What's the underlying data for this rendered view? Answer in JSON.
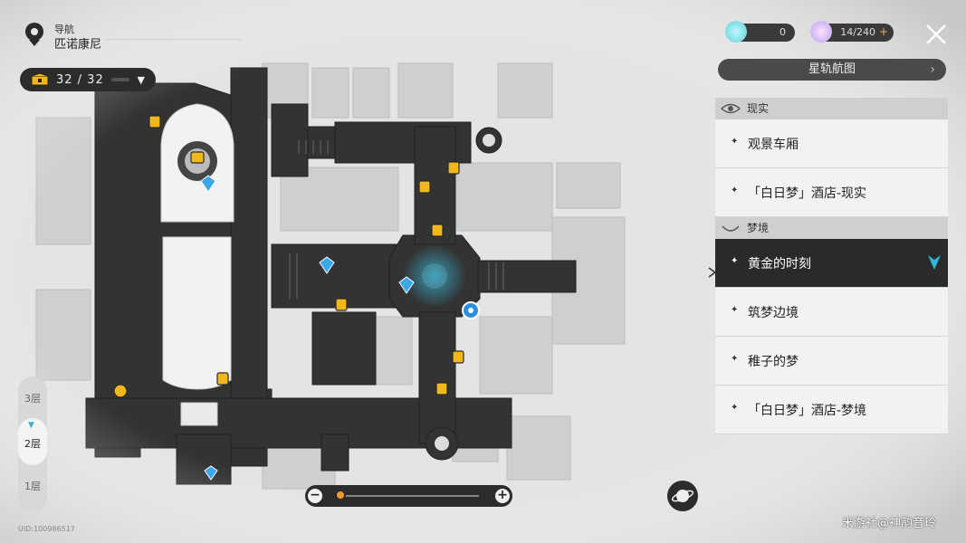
{
  "header": {
    "nav_title": "导航",
    "location": "匹诺康尼"
  },
  "chests": {
    "count": "32 / 32"
  },
  "currencies": [
    {
      "name": "trailblaze-power-reserve",
      "value": "0",
      "color": "#5fd3d9"
    },
    {
      "name": "trailblaze-power",
      "value": "14/240",
      "color": "#b6a4f2"
    }
  ],
  "starmap_button": {
    "label": "星轨航图"
  },
  "sections": [
    {
      "title": "现实",
      "items": [
        "观景车厢",
        "「白日梦」酒店-现实"
      ]
    },
    {
      "title": "梦境",
      "items": [
        "黄金的时刻",
        "筑梦边境",
        "稚子的梦",
        "「白日梦」酒店-梦境"
      ]
    }
  ],
  "active_item": "黄金的时刻",
  "floors": [
    "3层",
    "2层",
    "1层"
  ],
  "current_floor": "2层",
  "uid": "UID:100986517",
  "zoom": {
    "level": 0.0
  },
  "watermark": "米游社@神韵音玲",
  "colors": {
    "accent": "#2fb6d6",
    "chest": "#f2b81b",
    "active_bg": "#2a2a2a"
  }
}
